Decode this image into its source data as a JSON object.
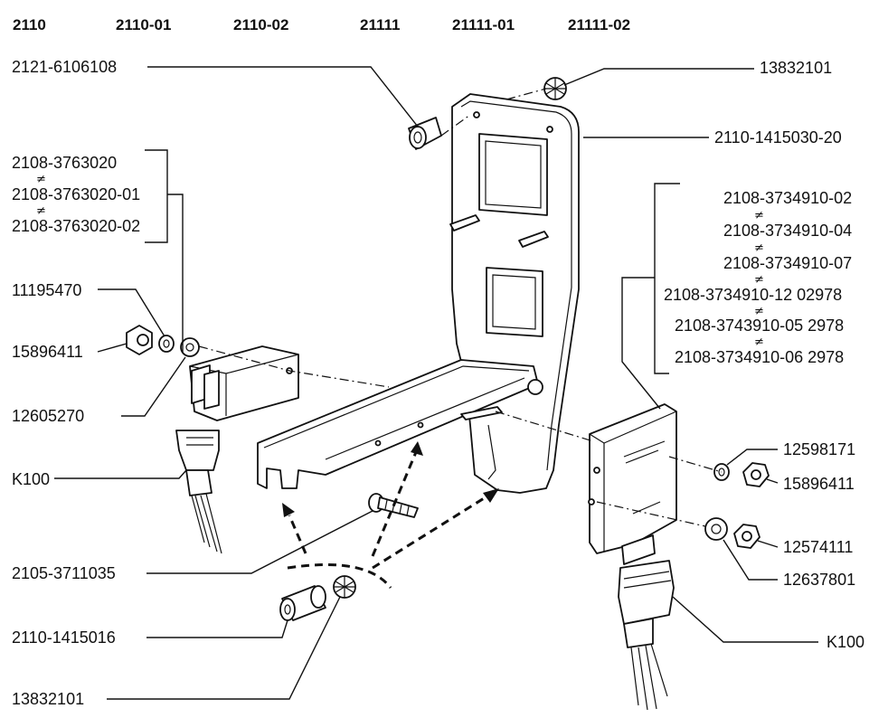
{
  "models": [
    "2110",
    "2110-01",
    "2110-02",
    "21111",
    "21111-01",
    "21111-02"
  ],
  "labels": {
    "bracket_spacer": "2121-6106108",
    "clip_top": "13832101",
    "main_bracket": "2110-1415030-20",
    "relay_1": "2108-3763020",
    "relay_2": "2108-3763020-01",
    "relay_3": "2108-3763020-02",
    "ecu_1": "2108-3734910-02",
    "ecu_2": "2108-3734910-04",
    "ecu_3": "2108-3734910-07",
    "ecu_4": "2108-3734910-12 02978",
    "ecu_5": "2108-3743910-05 2978",
    "ecu_6": "2108-3734910-06 2978",
    "spring_washer_left": "11195470",
    "nut_left": "15896411",
    "washer_left": "12605270",
    "harness_left": "K100",
    "bolt": "2105-3711035",
    "bushing": "2110-1415016",
    "clip_bottom": "13832101",
    "spring_washer_right": "12598171",
    "nut_right_top": "15896411",
    "nut_right_bottom": "12574111",
    "washer_right": "12637801",
    "harness_right": "K100"
  },
  "not_equal_symbol": "≠"
}
